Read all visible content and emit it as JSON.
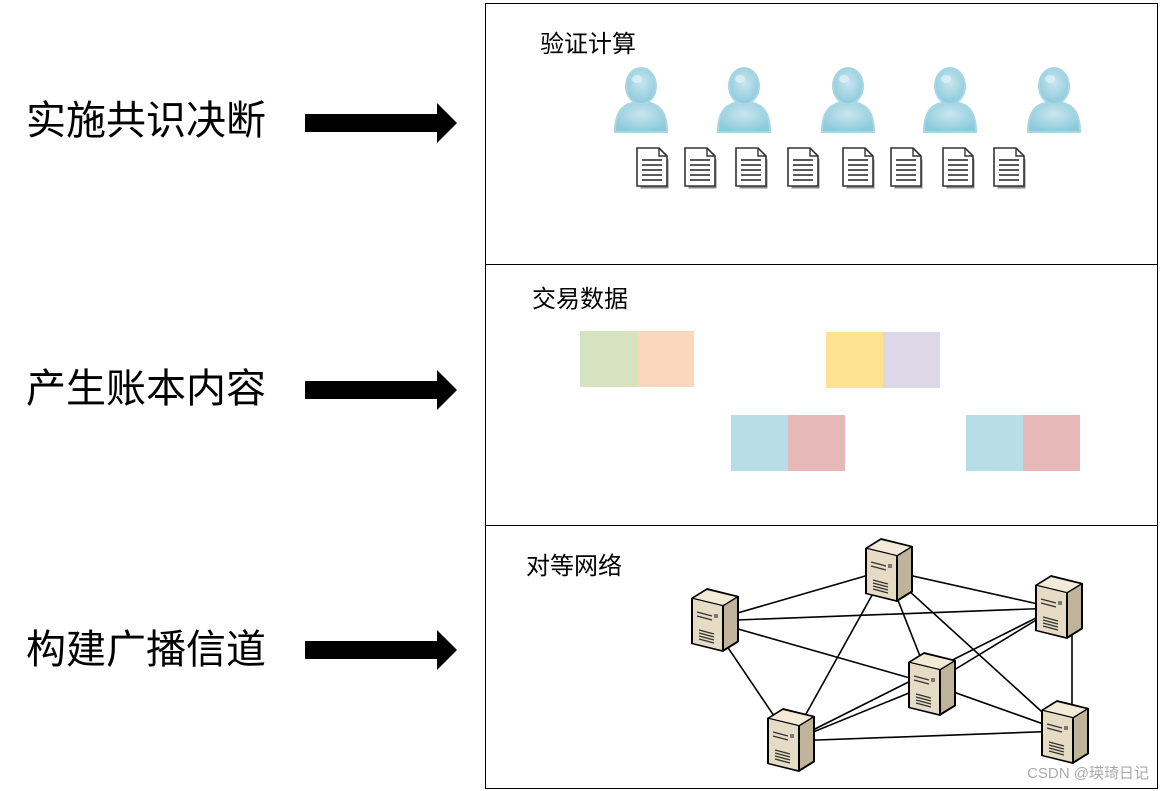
{
  "rows": [
    {
      "label": "实施共识决断"
    },
    {
      "label": "产生账本内容"
    },
    {
      "label": "构建广播信道"
    }
  ],
  "panels": {
    "consensus": {
      "title": "验证计算",
      "users": [
        "user-icon",
        "user-icon",
        "user-icon",
        "user-icon",
        "user-icon"
      ],
      "documents": [
        "document-icon",
        "document-icon",
        "document-icon",
        "document-icon",
        "document-icon",
        "document-icon",
        "document-icon",
        "document-icon"
      ]
    },
    "ledger": {
      "title": "交易数据",
      "blocks": [
        {
          "left": "#d5e3c0",
          "right": "#fbd7bd"
        },
        {
          "left": "#fde28f",
          "right": "#ddd7e8"
        },
        {
          "left": "#b6dde8",
          "right": "#e6b8b7"
        },
        {
          "left": "#b6dde8",
          "right": "#e6b8b7"
        }
      ]
    },
    "network": {
      "title": "对等网络",
      "nodes": [
        "server-icon",
        "server-icon",
        "server-icon",
        "server-icon",
        "server-icon",
        "server-icon"
      ]
    }
  },
  "watermark": "CSDN @瑛琦日记"
}
